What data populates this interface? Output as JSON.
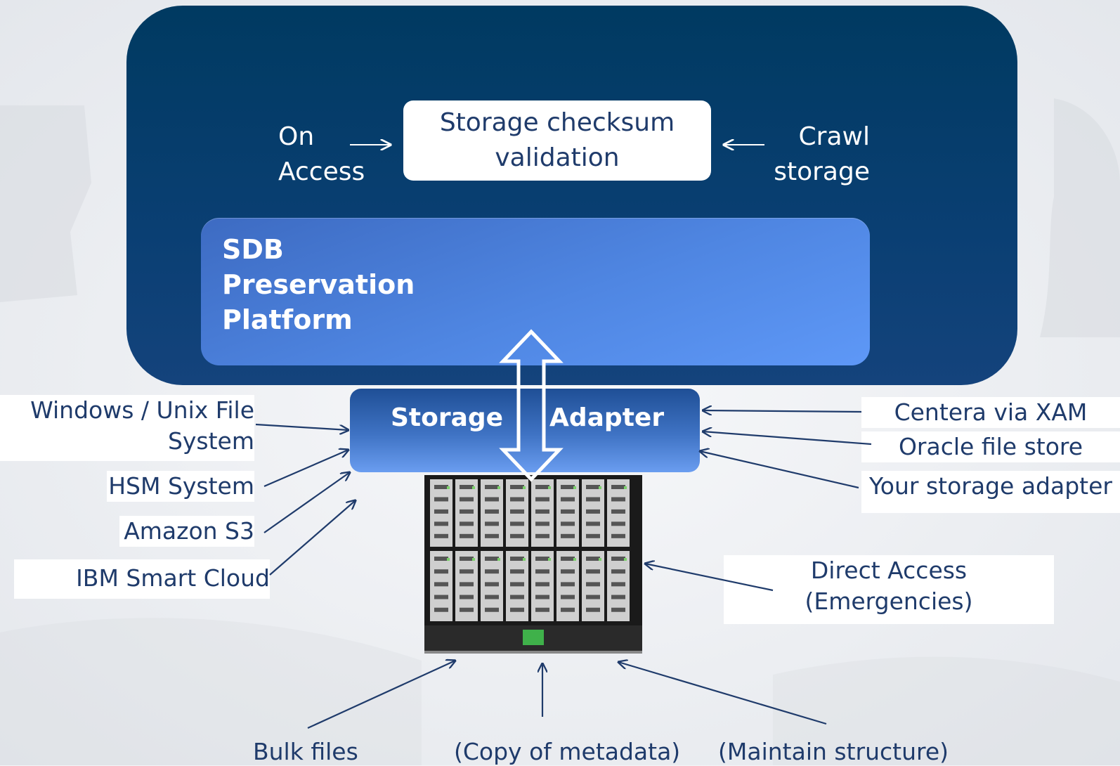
{
  "diagram": {
    "checksum_box": "Storage checksum validation",
    "on_access": "On\nAccess",
    "crawl_storage": "Crawl\nstorage",
    "platform_label": "SDB\nPreservation\nPlatform",
    "adapter_word1": "Storage",
    "adapter_word2": "Adapter",
    "left_sources": {
      "windows_unix": "Windows  / Unix File\nSystem",
      "hsm": "HSM System",
      "amazon": "Amazon S3",
      "ibm": "IBM Smart Cloud"
    },
    "right_sources": {
      "centera": "Centera via XAM",
      "oracle": "Oracle file store",
      "your_adapter": "Your storage adapter",
      "direct_access": "Direct Access\n(Emergencies)"
    },
    "bottom_labels": {
      "bulk": "Bulk files",
      "copy_meta": "(Copy of metadata)",
      "maintain": "(Maintain structure)"
    }
  },
  "colors": {
    "panel_dark": "#003a61",
    "platform_blue": "#5e98f7",
    "label_text": "#1f3b6b",
    "arrow": "#1f3b6b"
  },
  "icons": {
    "server": "server-rack-icon",
    "double_arrow": "double-arrow-vertical-icon"
  }
}
